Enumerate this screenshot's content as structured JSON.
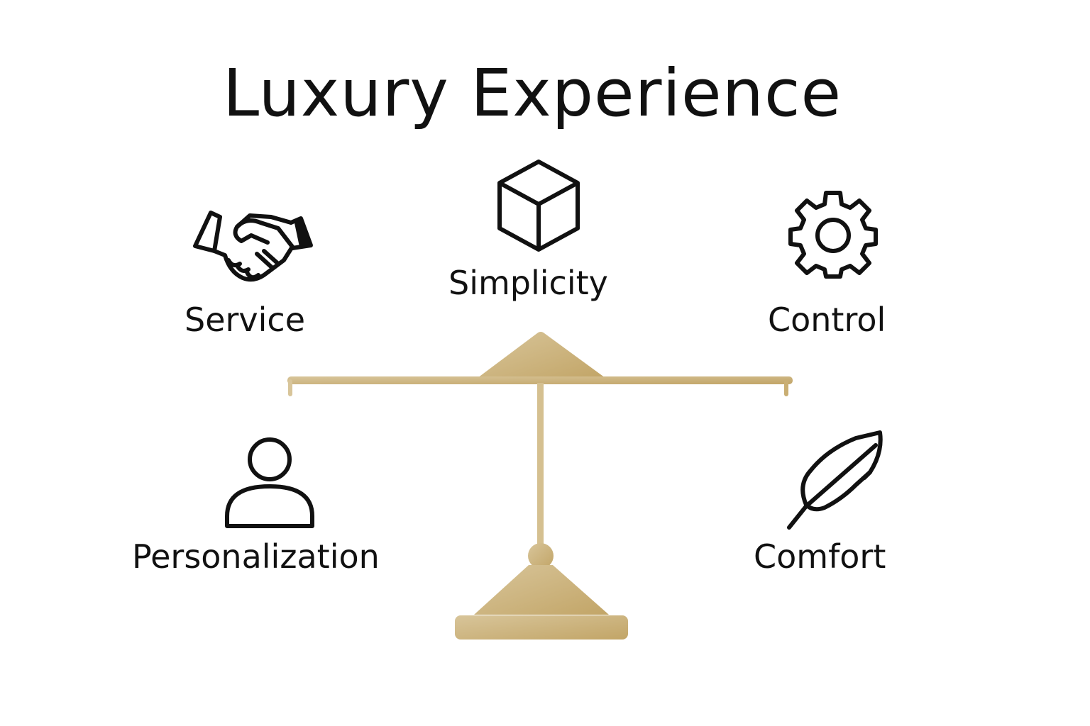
{
  "title": "Luxury Experience",
  "pillars": {
    "service": {
      "label": "Service",
      "icon": "handshake-icon"
    },
    "simplicity": {
      "label": "Simplicity",
      "icon": "cube-icon"
    },
    "control": {
      "label": "Control",
      "icon": "gear-icon"
    },
    "personalization": {
      "label": "Personalization",
      "icon": "person-icon"
    },
    "comfort": {
      "label": "Comfort",
      "icon": "feather-icon"
    }
  },
  "colors": {
    "text": "#111111",
    "gold_light": "#D8C59A",
    "gold_dark": "#C2A567",
    "background": "#FFFFFF"
  }
}
